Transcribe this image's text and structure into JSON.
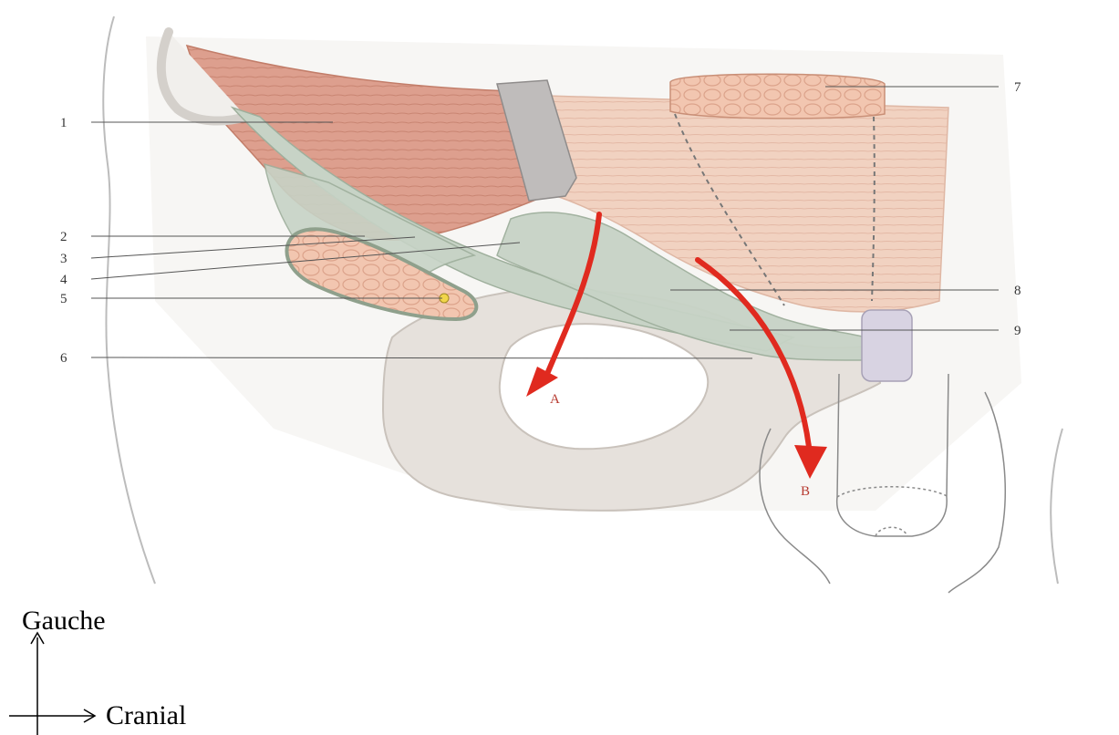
{
  "callouts": [
    "1",
    "2",
    "3",
    "4",
    "5",
    "6",
    "7",
    "8",
    "9"
  ],
  "routes": [
    {
      "label": "A",
      "color": "#e02a1f"
    },
    {
      "label": "B",
      "color": "#e02a1f"
    }
  ],
  "orientation": {
    "vertical_label": "Gauche",
    "horizontal_label": "Cranial"
  },
  "colors": {
    "muscle": "#dd9f8e",
    "muscle_light": "#f1d2c1",
    "ligament": "#c7d3c6",
    "bone": "#e6e1dc",
    "vessel": "#f2c6b0",
    "arrow": "#e02a1f",
    "callout_line": "#555555"
  }
}
